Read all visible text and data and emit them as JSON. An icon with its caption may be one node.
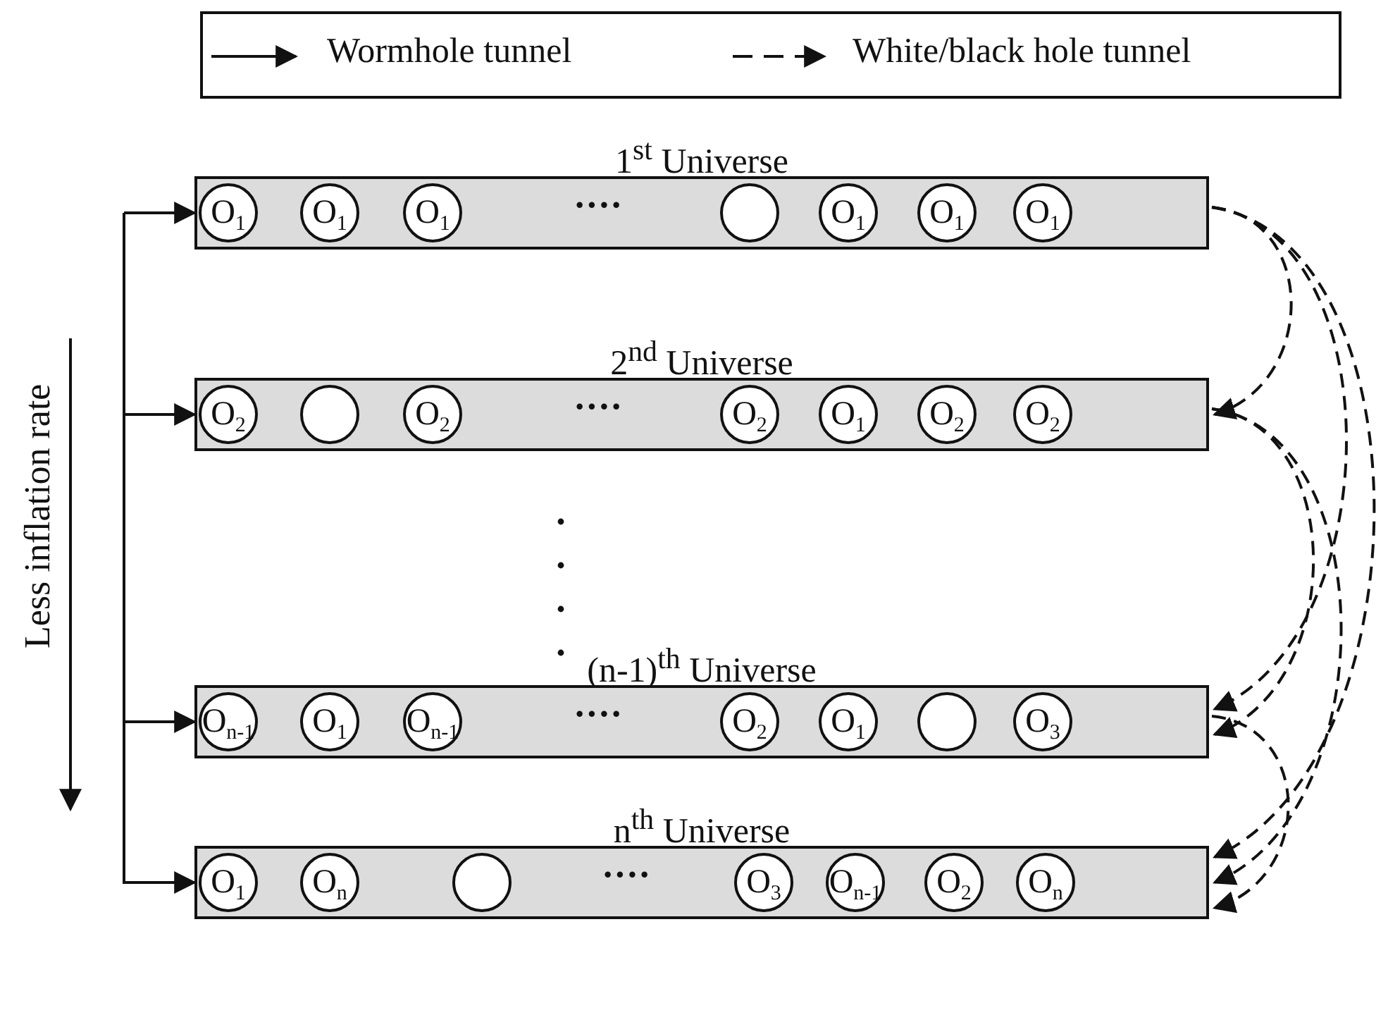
{
  "diagram": {
    "nodes": [
      {
        "text": [
          "1$^{st}$ Universe"
        ]
      },
      {
        "text": [
          "O$_{1}$"
        ],
        "in": 0
      },
      {
        "text": [
          "O$_{1}$"
        ],
        "in": 0
      },
      {
        "text": [
          "O$_{1}$"
        ],
        "in": 0
      },
      {
        "text": [],
        "shape": "circle",
        "in": 0
      },
      {
        "text": [
          "O$_{1}$"
        ],
        "in": 0
      },
      {
        "text": [
          "O$_{1}$"
        ],
        "in": 0
      },
      {
        "text": [
          "O$_{1}$"
        ],
        "in": 0
      },
      {
        "text": [
          "2$^{nd}$ Universe"
        ]
      },
      {
        "text": [
          "O$_{2}$"
        ],
        "in": 8
      },
      {
        "text": [],
        "shape": "circle",
        "in": 8
      },
      {
        "text": [
          "O$_{2}$"
        ],
        "in": 8
      },
      {
        "text": [
          "O$_{2}$"
        ],
        "in": 8
      },
      {
        "text": [
          "O$_{1}$"
        ],
        "in": 8
      },
      {
        "text": [
          "O$_{2}$"
        ],
        "in": 8
      },
      {
        "text": [
          "O$_{2}$"
        ],
        "in": 8
      },
      {
        "text": [
          "(n-1)$^{th}$ Universe"
        ]
      },
      {
        "text": [
          "O$_{n-1}$"
        ],
        "in": 16
      },
      {
        "text": [
          "O$_{1}$"
        ],
        "in": 16
      },
      {
        "text": [
          "O$_{n-1}$"
        ],
        "in": 16
      },
      {
        "text": [
          "O$_{2}$"
        ],
        "in": 16
      },
      {
        "text": [
          "O$_{1}$"
        ],
        "in": 16
      },
      {
        "text": [],
        "shape": "circle",
        "in": 16
      },
      {
        "text": [
          "O$_{3}$"
        ],
        "in": 16
      },
      {
        "text": [
          "n$^{th}$ Universe"
        ]
      },
      {
        "text": [
          "O$_{1}$"
        ],
        "in": 24
      },
      {
        "text": [
          "O$_{n}$"
        ],
        "in": 24
      },
      {
        "text": [],
        "shape": "circle",
        "in": 24
      },
      {
        "text": [
          "O$_{3}$"
        ],
        "in": 24
      },
      {
        "text": [
          "O$_{n-1}$"
        ],
        "in": 24
      },
      {
        "text": [
          "O$_{2}$"
        ],
        "in": 24
      },
      {
        "text": [
          "O$_{n}$"
        ],
        "in": 24
      }
    ],
    "edges": [
      {
        "from": null,
        "to": 0,
        "arrow": "to"
      },
      {
        "from": null,
        "to": 8,
        "arrow": "to"
      },
      {
        "from": null,
        "to": 16,
        "arrow": "to"
      },
      {
        "from": null,
        "to": 24,
        "arrow": "to"
      },
      {
        "from": 0,
        "to": 8,
        "arrow": "to",
        "style": "dashed"
      },
      {
        "from": 0,
        "to": 16,
        "arrow": "to",
        "style": "dashed"
      },
      {
        "from": 0,
        "to": 24,
        "arrow": "to",
        "style": "dashed"
      },
      {
        "from": 8,
        "to": 16,
        "arrow": "to",
        "style": "dashed"
      },
      {
        "from": 8,
        "to": 24,
        "arrow": "to",
        "style": "dashed"
      },
      {
        "from": 16,
        "to": 24,
        "arrow": "to",
        "style": "dashed"
      }
    ],
    "labels": [
      "Less inflation rate",
      "····",
      "····",
      "····",
      "····"
    ],
    "legend": [
      {
        "text": "Wormhole tunnel"
      },
      {
        "text": "White/black hole tunnel"
      }
    ]
  }
}
